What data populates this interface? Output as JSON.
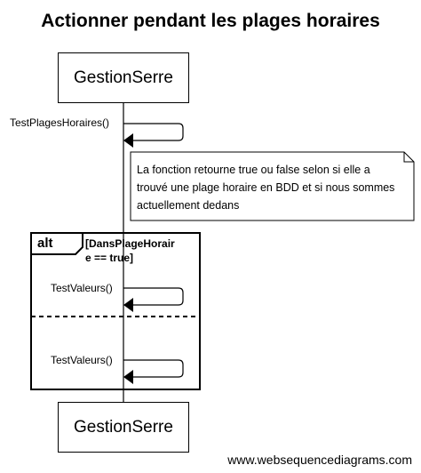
{
  "title": "Actionner pendant les plages horaires",
  "participants": {
    "top": "GestionSerre",
    "bottom": "GestionSerre"
  },
  "messages": [
    {
      "label": "TestPlagesHoraires()"
    },
    {
      "label": "TestValeurs()"
    },
    {
      "label": "TestValeurs()"
    }
  ],
  "note": {
    "line1": "La fonction retourne true ou false selon si elle a",
    "line2": "trouvé une plage horaire en BDD et si nous sommes",
    "line3": "actuellement dedans"
  },
  "alt": {
    "tag": "alt",
    "guard_line1": "[DansPlageHorair",
    "guard_line2": "e == true]"
  },
  "credit": "www.websequencediagrams.com"
}
